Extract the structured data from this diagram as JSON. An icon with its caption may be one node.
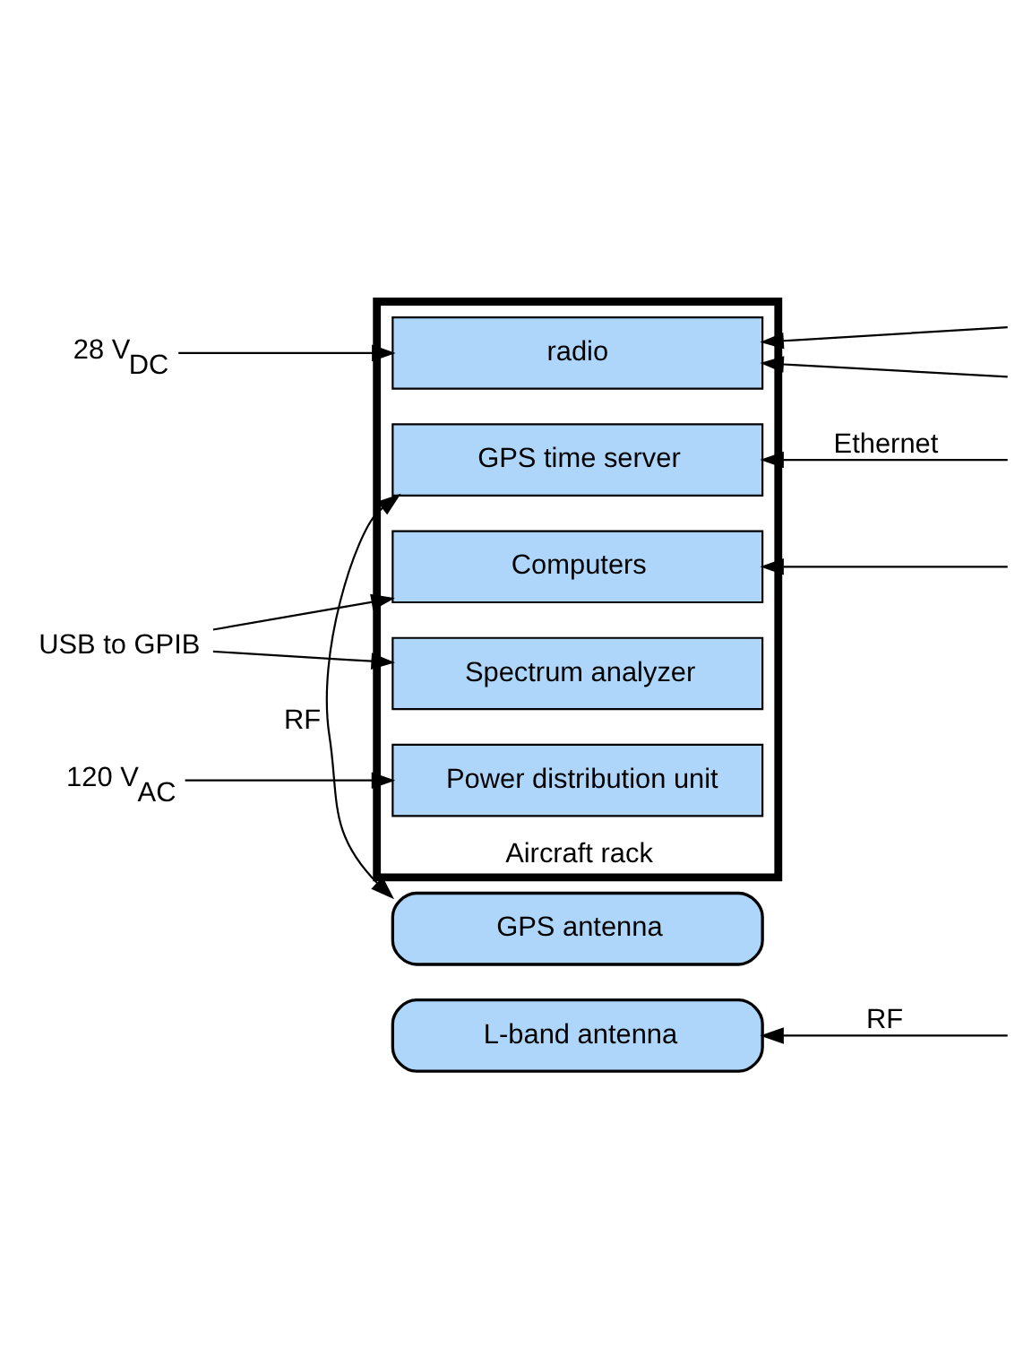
{
  "diagram": {
    "nodes": [
      {
        "text": [
          "L-band antenna"
        ]
      },
      {
        "text": [
          "GPS antenna"
        ]
      },
      {
        "text": [
          "Aircraft rack"
        ]
      },
      {
        "text": [
          "radio"
        ],
        "in": 2
      },
      {
        "text": [
          "GPS time server"
        ],
        "in": 2
      },
      {
        "text": [
          "Computers"
        ],
        "in": 2
      },
      {
        "text": [
          "Spectrum analyzer"
        ],
        "in": 2
      },
      {
        "text": [
          "Power distribution unit"
        ],
        "in": 2
      },
      {
        "text": [
          "28 V$_{DC}$"
        ]
      },
      {
        "text": [
          "USB to GPIB"
        ]
      },
      {
        "text": [
          "120 V$_{AC}$"
        ]
      }
    ],
    "edges": [
      {
        "from": null,
        "to": 0,
        "arrow": "to",
        "label": "RF"
      },
      {
        "from": 1,
        "to": 4,
        "arrow": "both",
        "label": "RF"
      },
      {
        "from": 8,
        "to": 3,
        "arrow": "to"
      },
      {
        "from": null,
        "to": 3,
        "arrow": "to"
      },
      {
        "from": null,
        "to": 3,
        "arrow": "to"
      },
      {
        "from": null,
        "to": 4,
        "arrow": "to",
        "label": "Ethernet"
      },
      {
        "from": 9,
        "to": 5,
        "arrow": "to"
      },
      {
        "from": 9,
        "to": 6,
        "arrow": "to"
      },
      {
        "from": null,
        "to": 5,
        "arrow": "to"
      },
      {
        "from": 10,
        "to": 7,
        "arrow": "to"
      }
    ]
  }
}
